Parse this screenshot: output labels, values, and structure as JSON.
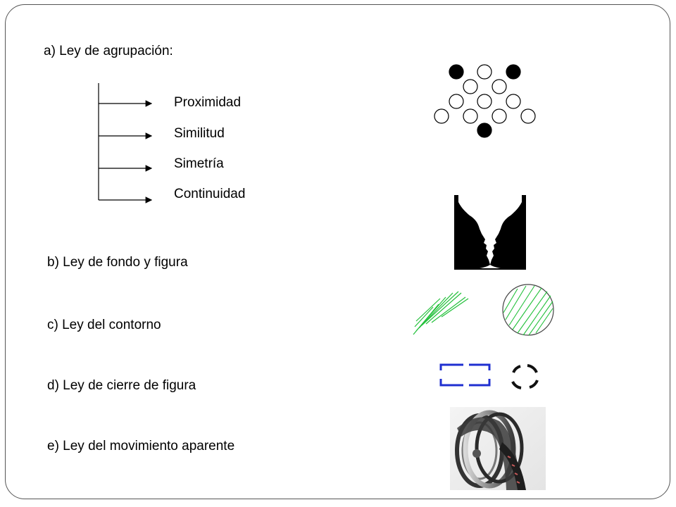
{
  "slide": {
    "laws": {
      "grouping": "a) Ley de agrupación:",
      "figure_ground": "b) Ley de fondo y figura",
      "contour": "c) Ley del contorno",
      "closure": "d) Ley de cierre de figura",
      "apparent_motion": "e) Ley del movimiento aparente"
    },
    "grouping_items": [
      "Proximidad",
      "Similitud",
      "Simetría",
      "Continuidad"
    ],
    "icons": {
      "dots": "proximity-dots-icon",
      "vase": "rubin-vase-icon",
      "hatch": "hatched-contour-icon",
      "closure": "closure-shapes-icon",
      "reel": "film-reel-icon"
    }
  }
}
